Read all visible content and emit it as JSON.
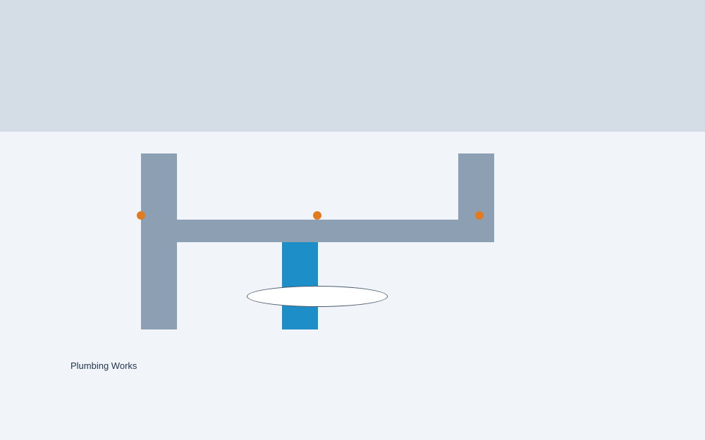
{
  "game": {
    "title": "Plumbing Works"
  },
  "colors": {
    "sky_band": "#d4dde6",
    "background": "#f1f5f9",
    "pipe": "#8da0b3",
    "water": "#1d8ec8",
    "joint": "#e07b1f",
    "valve_outline": "#4a5b70",
    "valve_fill": "#ffffff",
    "title_text": "#1f3350"
  },
  "pieces": [
    {
      "name": "left-vertical-pipe",
      "kind": "pipe"
    },
    {
      "name": "main-horizontal-pipe",
      "kind": "pipe"
    },
    {
      "name": "right-vertical-pipe",
      "kind": "pipe"
    },
    {
      "name": "water-filled-pipe",
      "kind": "water"
    },
    {
      "name": "valve-disc",
      "kind": "valve"
    }
  ]
}
